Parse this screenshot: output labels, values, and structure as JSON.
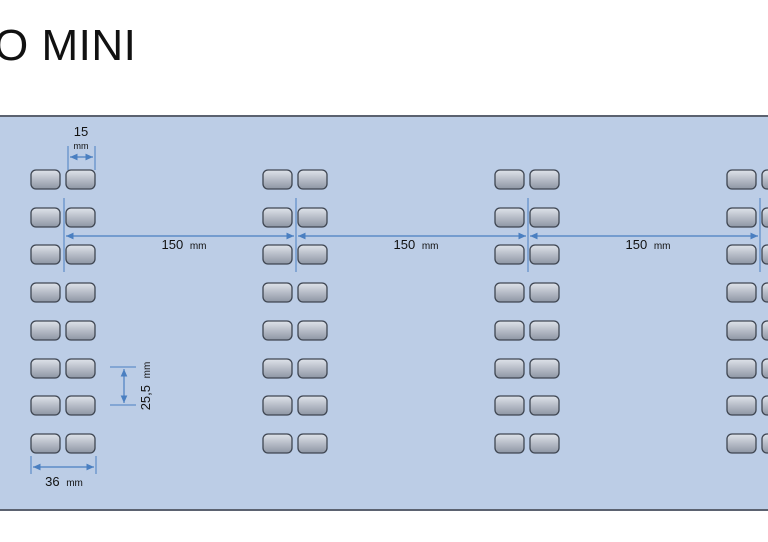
{
  "header": {
    "title": "O MINI"
  },
  "dimensions": {
    "unit": "mm",
    "top_pitch": {
      "value": "15",
      "unit": "mm"
    },
    "column_pitch_1": {
      "value": "150",
      "unit": "mm"
    },
    "column_pitch_2": {
      "value": "150",
      "unit": "mm"
    },
    "column_pitch_3": {
      "value": "150",
      "unit": "mm"
    },
    "row_pitch": {
      "value": "25,5",
      "unit": "mm"
    },
    "pair_width": {
      "value": "36",
      "unit": "mm"
    }
  },
  "layout": {
    "columns": 4,
    "rows_per_column": 8,
    "leds_per_row": 2
  },
  "colors": {
    "panel_background": "#bccde6",
    "panel_border": "#5b6270",
    "led_fill_top": "#dfe3ea",
    "led_fill_bottom": "#8e96a4",
    "led_stroke": "#3f4652",
    "dimension_line": "#4a7fc1"
  }
}
